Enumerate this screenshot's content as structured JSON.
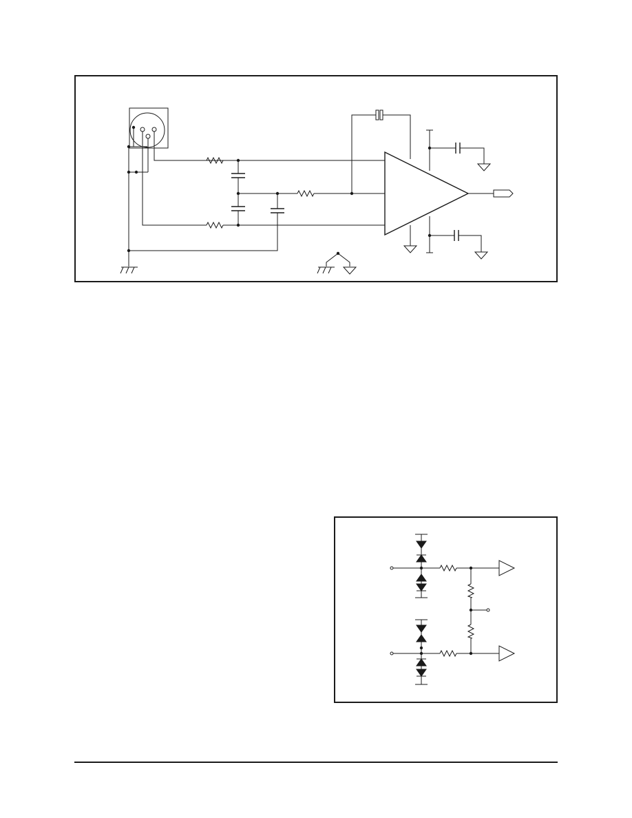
{
  "figures": [
    {
      "id": "fig1",
      "kind": "balanced-microphone-input-amplifier"
    },
    {
      "id": "fig2",
      "kind": "input-protection-clamp-network"
    }
  ],
  "colors": {
    "ink": "#1a1a1a",
    "paper": "#ffffff"
  }
}
